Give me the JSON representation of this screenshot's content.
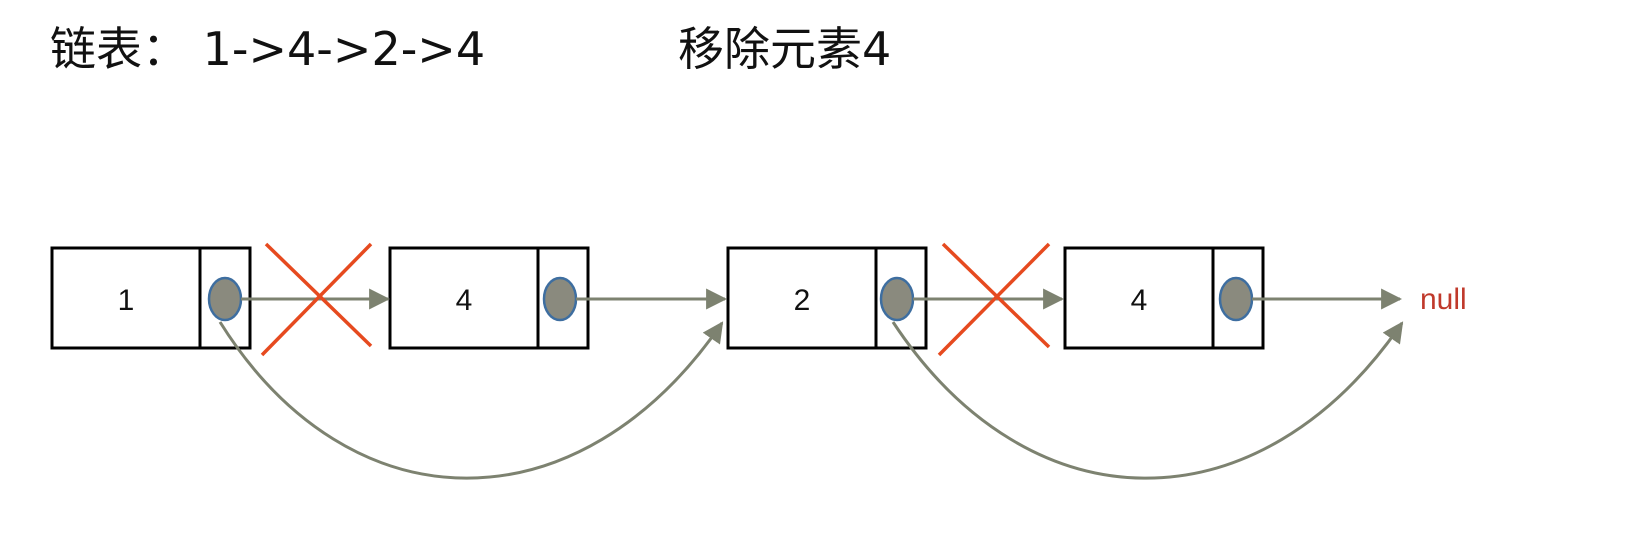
{
  "header": {
    "list_label": "链表： 1->4->2->4",
    "operation_label": "移除元素4"
  },
  "nodes": [
    {
      "value": "1",
      "removed": false
    },
    {
      "value": "4",
      "removed": true
    },
    {
      "value": "2",
      "removed": false
    },
    {
      "value": "4",
      "removed": true
    }
  ],
  "terminal": {
    "label": "null"
  },
  "colors": {
    "cross": "#e64a1f",
    "arrow": "#7d8270",
    "pointer_fill": "#8a8a7e",
    "pointer_stroke": "#3e6ea0",
    "null_text": "#c0392b"
  }
}
